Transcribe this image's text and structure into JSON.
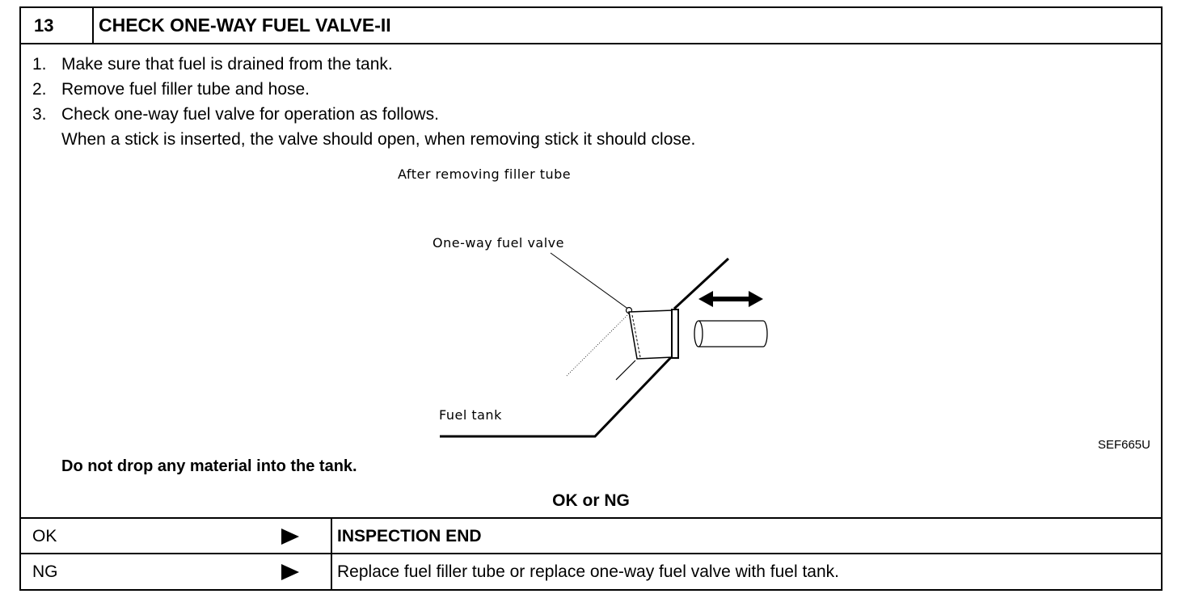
{
  "header": {
    "step_number": "13",
    "title": "CHECK ONE-WAY FUEL VALVE-II"
  },
  "procedure": {
    "steps": [
      {
        "num": "1.",
        "text": "Make sure that fuel is drained from the tank."
      },
      {
        "num": "2.",
        "text": "Remove fuel filler tube and hose."
      },
      {
        "num": "3.",
        "text": "Check one-way fuel valve for operation as follows."
      }
    ],
    "step3_detail": "When a stick is inserted, the valve should open, when removing stick it should close."
  },
  "figure": {
    "caption": "After removing filler tube",
    "label_valve": "One-way fuel valve",
    "label_tank": "Fuel tank",
    "figure_code": "SEF665U"
  },
  "caution": "Do not drop any material into the tank.",
  "question": "OK or NG",
  "results": [
    {
      "label": "OK",
      "action": "INSPECTION END"
    },
    {
      "label": "NG",
      "action": "Replace fuel filler tube or replace one-way fuel valve with fuel tank."
    }
  ]
}
